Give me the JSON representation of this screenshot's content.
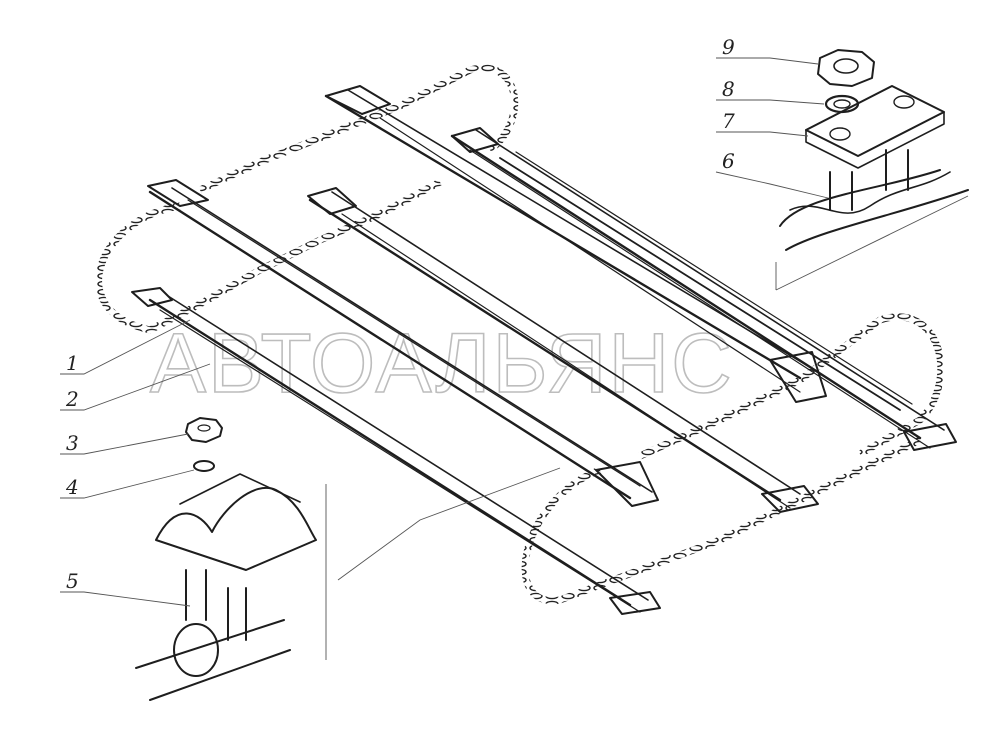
{
  "diagram": {
    "watermark": "АВТОАЛЬЯНС",
    "callouts": [
      {
        "id": "1",
        "label": "1"
      },
      {
        "id": "2",
        "label": "2"
      },
      {
        "id": "3",
        "label": "3"
      },
      {
        "id": "4",
        "label": "4"
      },
      {
        "id": "5",
        "label": "5"
      },
      {
        "id": "6",
        "label": "6"
      },
      {
        "id": "7",
        "label": "7"
      },
      {
        "id": "8",
        "label": "8"
      },
      {
        "id": "9",
        "label": "9"
      }
    ]
  }
}
